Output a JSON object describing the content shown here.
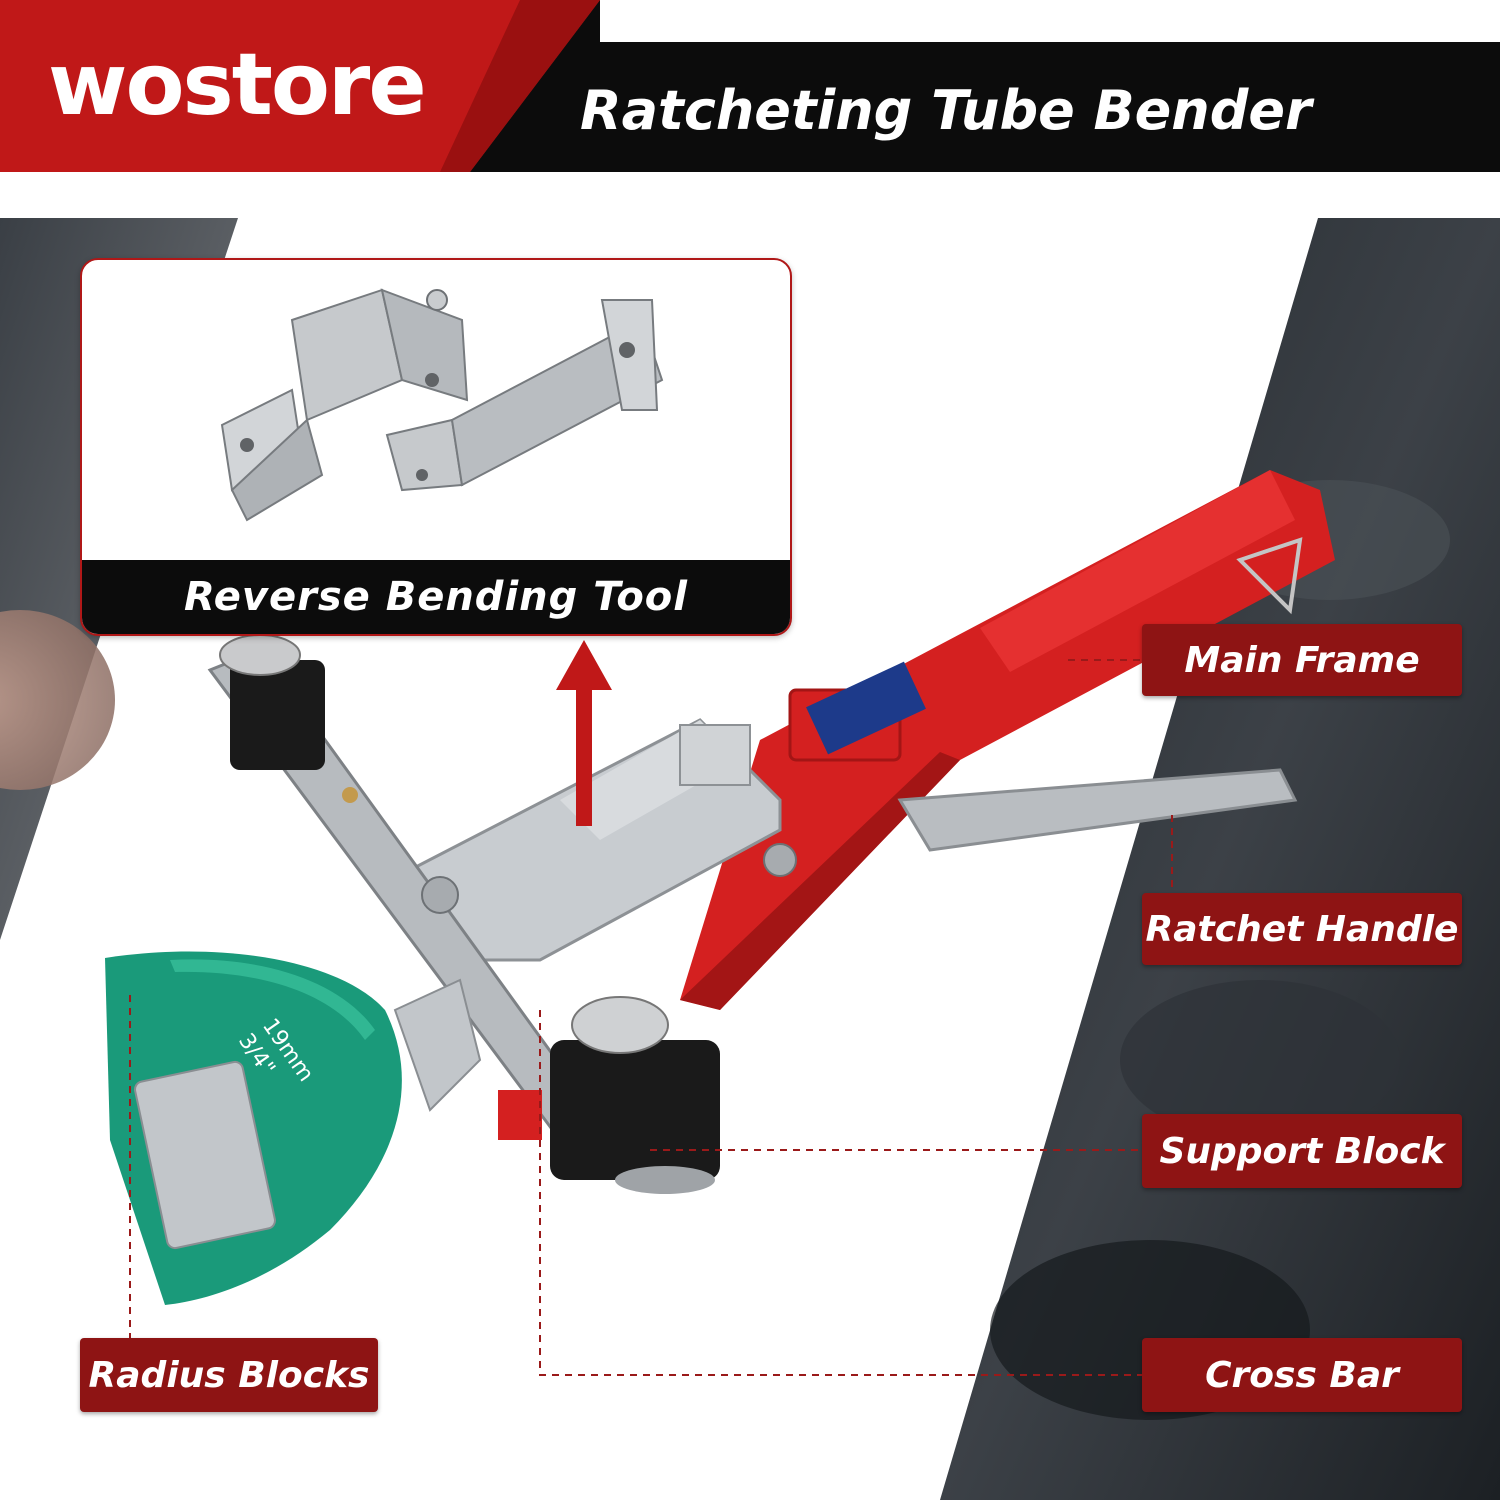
{
  "brand": {
    "name": "wostore"
  },
  "header": {
    "title": "Ratcheting Tube Bender"
  },
  "inset": {
    "caption": "Reverse Bending Tool"
  },
  "product_markings": {
    "radius_size_mm": "19mm",
    "radius_size_in": "3/4\""
  },
  "callouts": {
    "main_frame": "Main Frame",
    "ratchet_handle": "Ratchet Handle",
    "support_block": "Support Block",
    "radius_blocks": "Radius Blocks",
    "cross_bar": "Cross Bar"
  },
  "colors": {
    "brand_red": "#c01818",
    "label_red": "#8e1414",
    "header_black": "#0c0c0c",
    "tool_red": "#d42020",
    "radius_green": "#1a9a7a"
  }
}
